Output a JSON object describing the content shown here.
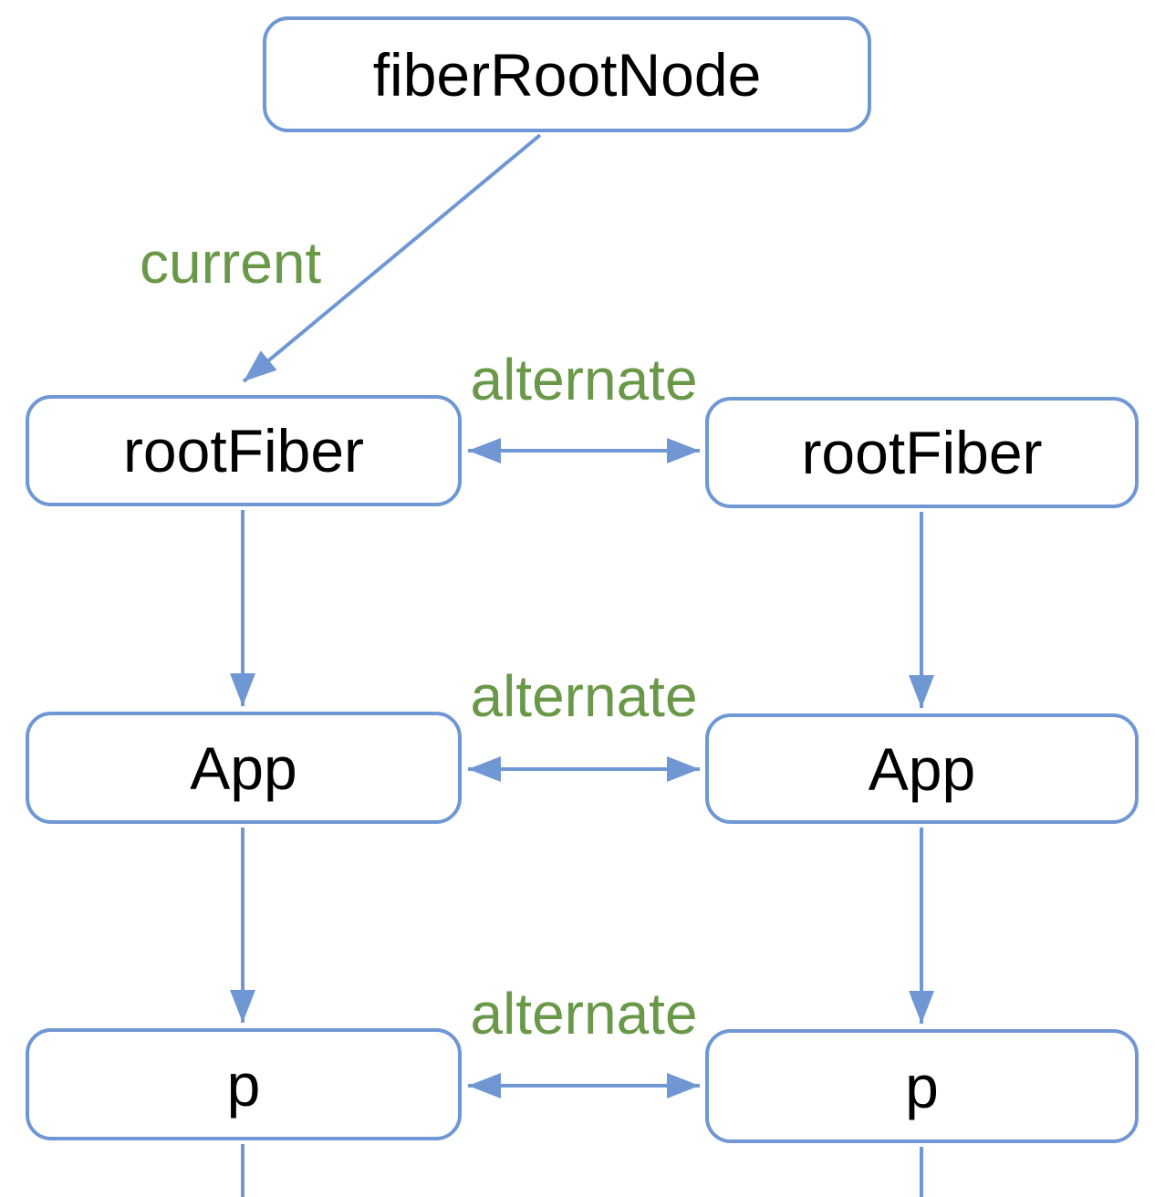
{
  "nodes": {
    "fiber_root_node": {
      "label": "fiberRootNode"
    },
    "root_fiber_current": {
      "label": "rootFiber"
    },
    "root_fiber_alternate": {
      "label": "rootFiber"
    },
    "app_current": {
      "label": "App"
    },
    "app_alternate": {
      "label": "App"
    },
    "p_current": {
      "label": "p"
    },
    "p_alternate": {
      "label": "p"
    }
  },
  "edge_labels": {
    "current": "current",
    "alternate": "alternate"
  },
  "colors": {
    "line_blue": "#6e97d3",
    "label_green": "#6a9849",
    "node_text": "#000000",
    "node_fill": "#ffffff"
  }
}
